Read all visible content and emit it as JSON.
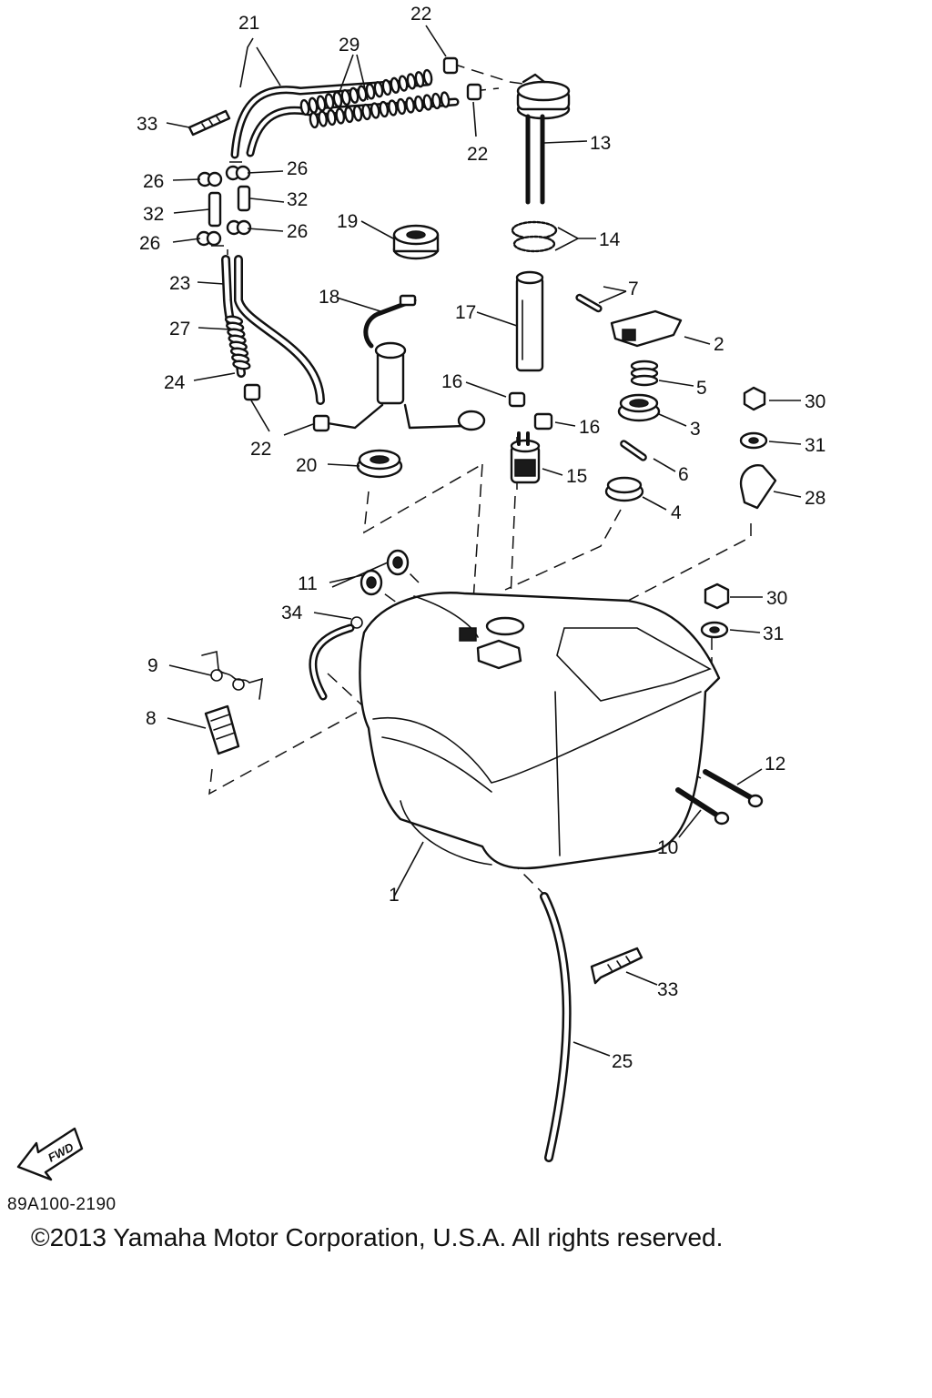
{
  "labels": {
    "p1": "1",
    "p2": "2",
    "p3": "3",
    "p4": "4",
    "p5": "5",
    "p6": "6",
    "p7": "7",
    "p8": "8",
    "p9": "9",
    "p10": "10",
    "p11": "11",
    "p12": "12",
    "p13": "13",
    "p14": "14",
    "p15": "15",
    "p16a": "16",
    "p16b": "16",
    "p17": "17",
    "p18": "18",
    "p19": "19",
    "p20": "20",
    "p21": "21",
    "p22a": "22",
    "p22b": "22",
    "p22c": "22",
    "p23": "23",
    "p24": "24",
    "p25": "25",
    "p26a": "26",
    "p26b": "26",
    "p26c": "26",
    "p26d": "26",
    "p27": "27",
    "p28": "28",
    "p29": "29",
    "p30a": "30",
    "p30b": "30",
    "p31a": "31",
    "p31b": "31",
    "p32a": "32",
    "p32b": "32",
    "p33a": "33",
    "p33b": "33",
    "p34": "34"
  },
  "badge": "FWD",
  "footer": {
    "code": "89A100-2190",
    "copyright": "©2013 Yamaha Motor Corporation, U.S.A. All rights reserved."
  },
  "icons": [
    "fwd-arrow-icon"
  ]
}
